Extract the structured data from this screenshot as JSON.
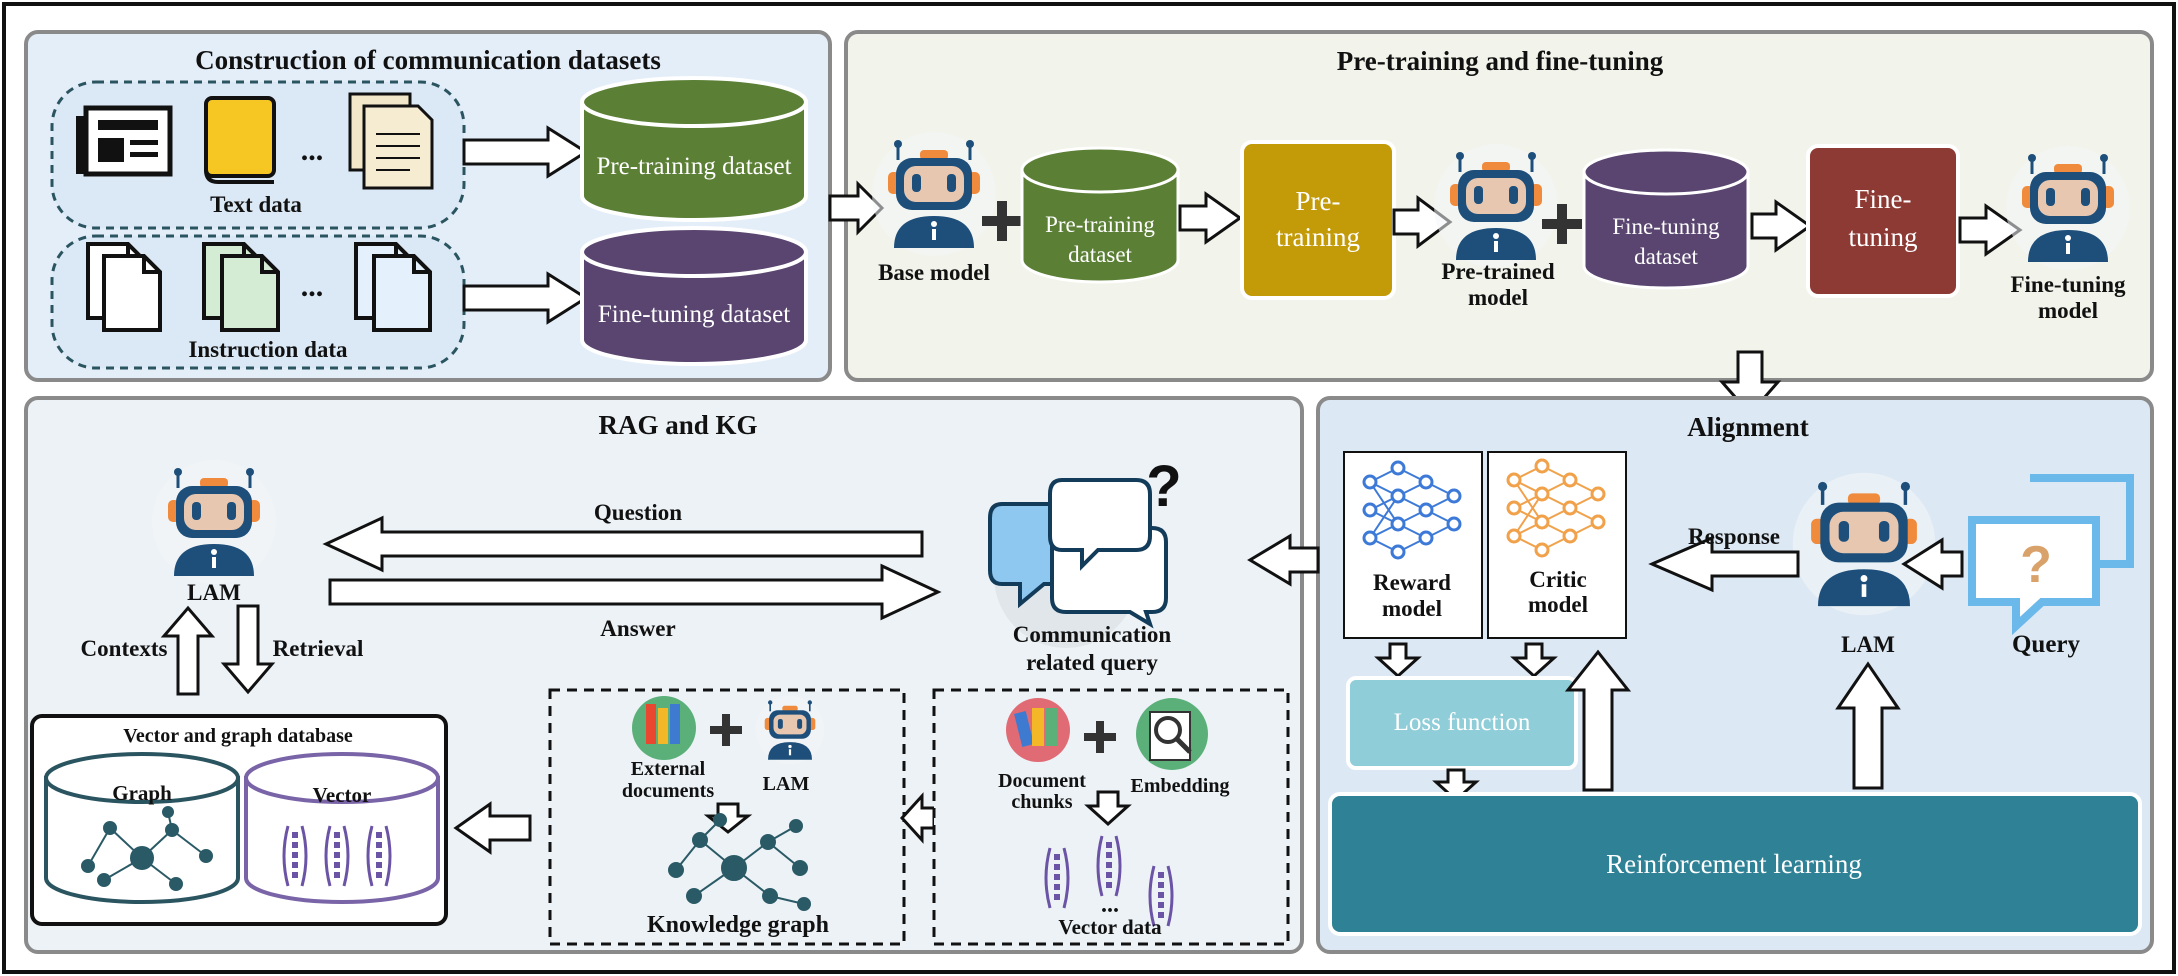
{
  "panels": {
    "construction": {
      "title": "Construction of communication datasets"
    },
    "pretraining": {
      "title": "Pre-training and fine-tuning"
    },
    "rag": {
      "title": "RAG and KG"
    },
    "alignment": {
      "title": "Alignment"
    }
  },
  "construction": {
    "ellipsis": "...",
    "text_data": "Text data",
    "instruction_data": "Instruction data",
    "pretraining_dataset": "Pre-training dataset",
    "finetuning_dataset": "Fine-tuning dataset"
  },
  "pipeline": {
    "base_model": "Base model",
    "pretraining_dataset_l1": "Pre-training",
    "pretraining_dataset_l2": "dataset",
    "pretraining_l1": "Pre-",
    "pretraining_l2": "training",
    "pretrained_model_l1": "Pre-trained",
    "pretrained_model_l2": "model",
    "finetuning_dataset_l1": "Fine-tuning",
    "finetuning_dataset_l2": "dataset",
    "finetuning_l1": "Fine-",
    "finetuning_l2": "tuning",
    "finetuned_model_l1": "Fine-tuning",
    "finetuned_model_l2": "model"
  },
  "rag": {
    "lam": "LAM",
    "question": "Question",
    "answer": "Answer",
    "contexts": "Contexts",
    "retrieval": "Retrieval",
    "query_l1": "Communication",
    "query_l2": "related query",
    "db_title": "Vector and graph database",
    "graph": "Graph",
    "vector": "Vector",
    "external_l1": "External",
    "external_l2": "documents",
    "kg_lam": "LAM",
    "knowledge_graph": "Knowledge graph",
    "doc_chunks_l1": "Document",
    "doc_chunks_l2": "chunks",
    "embedding": "Embedding",
    "vector_data": "Vector data",
    "ellipsis": "..."
  },
  "alignment": {
    "reward_l1": "Reward",
    "reward_l2": "model",
    "critic_l1": "Critic",
    "critic_l2": "model",
    "loss": "Loss function",
    "rl": "Reinforcement learning",
    "response": "Response",
    "lam": "LAM",
    "query": "Query"
  },
  "colors": {
    "green_cyl": "#5b7f35",
    "purple_cyl": "#5a4570",
    "gold_box": "#c39a07",
    "red_box": "#8e3a34",
    "teal_rl": "#2f8296",
    "loss_box": "#8fcdd8",
    "robot_blue": "#1d4f7a",
    "robot_orange": "#f08a3c",
    "robot_face": "#e8c7b0"
  }
}
